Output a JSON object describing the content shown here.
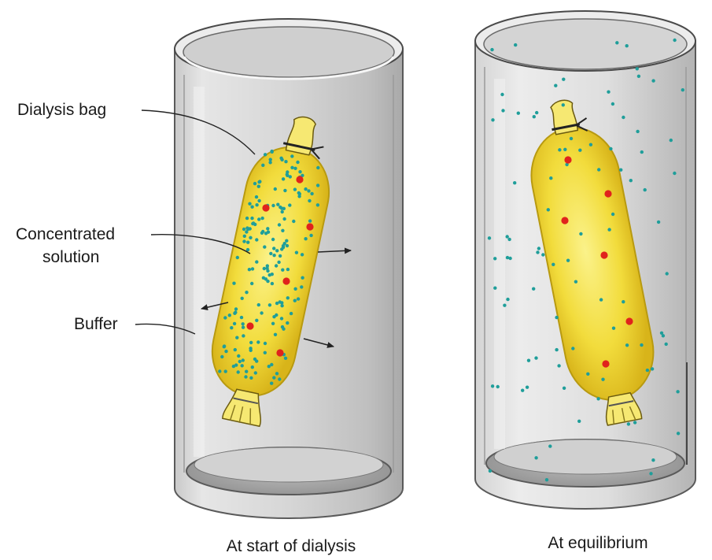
{
  "labels": {
    "dialysis_bag": "Dialysis bag",
    "concentrated_line1": "Concentrated",
    "concentrated_line2": "solution",
    "buffer": "Buffer"
  },
  "captions": {
    "left": "At start of dialysis",
    "right": "At equilibrium"
  },
  "colors": {
    "bag_fill": "#f3e04a",
    "bag_edge": "#c9a800",
    "small_molecule": "#1f9e9a",
    "large_molecule": "#e0231c",
    "cylinder_glass": "#d9d9d9",
    "cylinder_edge": "#555555"
  }
}
